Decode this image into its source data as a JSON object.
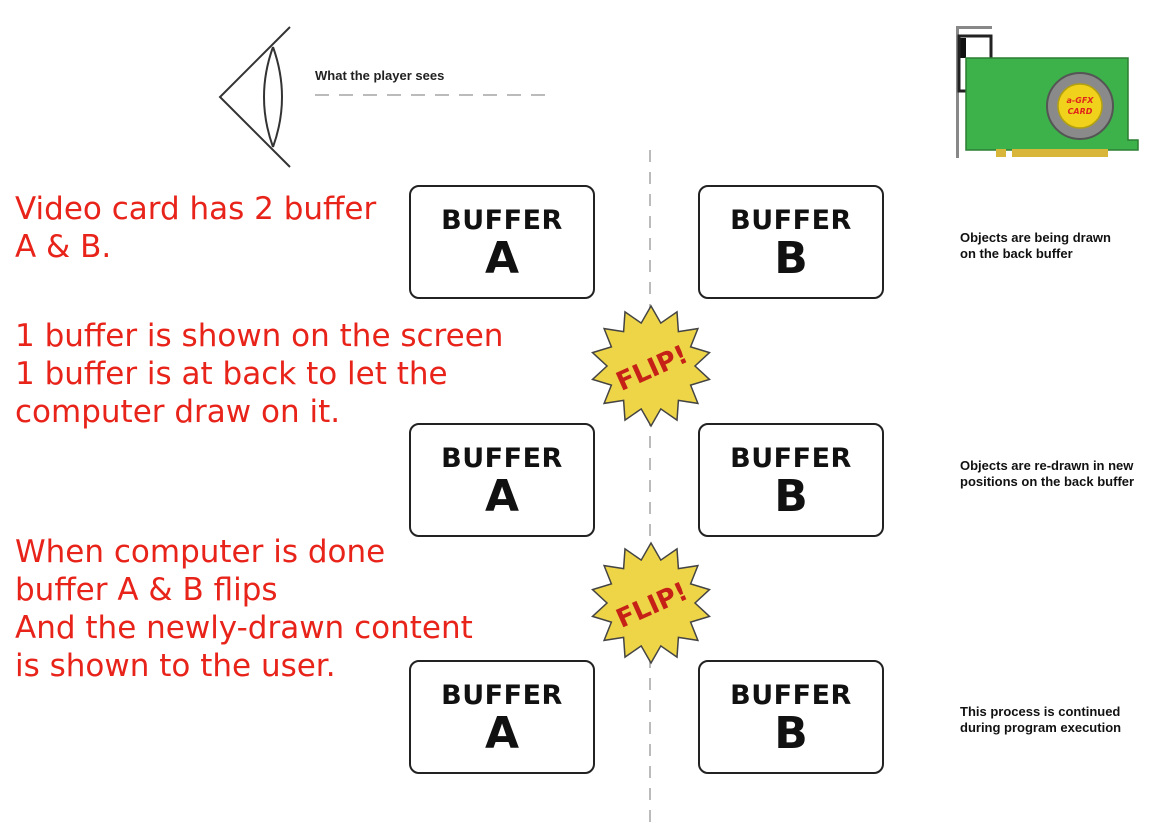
{
  "viewer_label": "What the player sees",
  "left_text": {
    "block1": "Video card has 2 buffer\nA & B.",
    "block2": "1 buffer is shown on the screen\n1 buffer is at back to let the\ncomputer draw on it.",
    "block3": "When computer is done\nbuffer A & B flips\nAnd the newly-drawn content\nis shown to the user."
  },
  "rows": [
    {
      "front": {
        "label": "BUFFER",
        "letter": "A"
      },
      "back": {
        "label": "BUFFER",
        "letter": "B"
      },
      "note": "Objects are being drawn\non the back buffer"
    },
    {
      "front": {
        "label": "BUFFER",
        "letter": "A"
      },
      "back": {
        "label": "BUFFER",
        "letter": "B"
      },
      "note": "Objects are re-drawn in new\npositions on the back buffer"
    },
    {
      "front": {
        "label": "BUFFER",
        "letter": "A"
      },
      "back": {
        "label": "BUFFER",
        "letter": "B"
      },
      "note": "This process is continued\nduring program execution"
    }
  ],
  "flip_labels": [
    "FLIP!",
    "FLIP!"
  ],
  "gpu_card": {
    "chip_text": "a-GFX CARD",
    "board_color": "#3db14a",
    "chip_color": "#f0d21c"
  },
  "colors": {
    "annotation": "#e8231a",
    "burst": "#eed548"
  }
}
